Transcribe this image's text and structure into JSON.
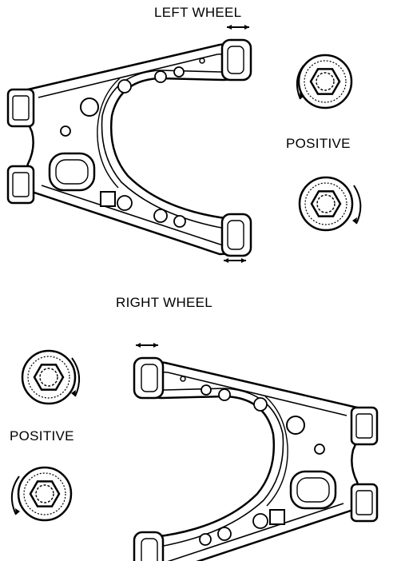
{
  "labels": {
    "left_wheel": "LEFT WHEEL",
    "right_wheel": "RIGHT WHEEL",
    "positive_top": "POSITIVE",
    "positive_bottom": "POSITIVE"
  },
  "colors": {
    "ink": "#000000",
    "paper": "#ffffff"
  },
  "icons": {
    "control_arm": "a-arm-icon",
    "adjuster": "cam-bolt-adjuster-icon",
    "rotation": "rotation-arrow-icon",
    "shim_direction": "double-arrow-icon"
  }
}
